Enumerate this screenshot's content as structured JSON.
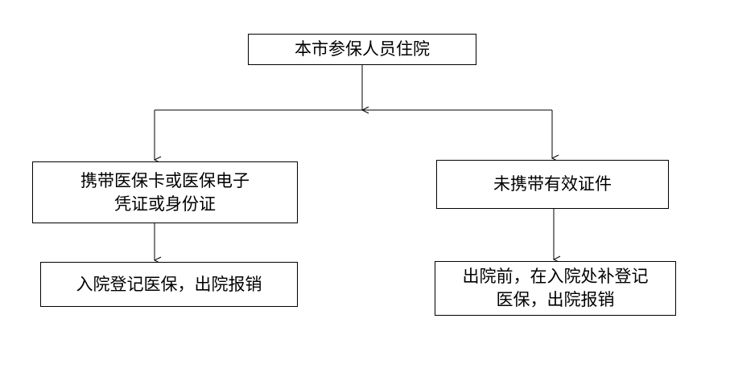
{
  "nodes": {
    "root": {
      "lines": [
        "本市参保人员住院"
      ]
    },
    "with_id": {
      "lines": [
        "携带医保卡或医保电子",
        "凭证或身份证"
      ]
    },
    "without_id": {
      "lines": [
        "未携带有效证件"
      ]
    },
    "with_id_result": {
      "lines": [
        "入院登记医保，出院报销"
      ]
    },
    "without_id_result": {
      "lines": [
        "出院前，在入院处补登记",
        "医保，出院报销"
      ]
    }
  },
  "colors": {
    "line": "#000000",
    "background": "#ffffff",
    "text": "#000000"
  }
}
